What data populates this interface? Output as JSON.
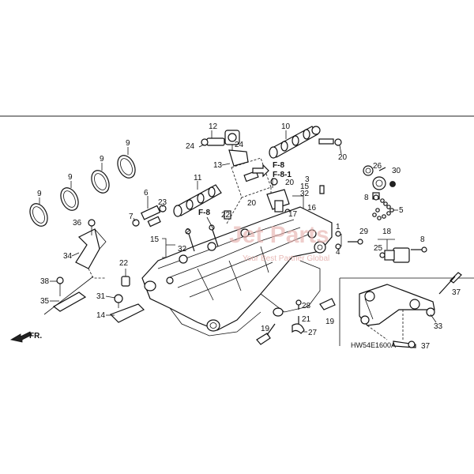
{
  "diagram": {
    "code": "HW54E1600A",
    "front_marker": "FR.",
    "watermark": {
      "brand": "Jet Parts",
      "tagline": "Your Best Partner Global"
    },
    "ref_labels": [
      "F-8",
      "F-8-1",
      "F-8"
    ],
    "callouts": {
      "c9a": "9",
      "c9b": "9",
      "c9c": "9",
      "c9d": "9",
      "c10": "10",
      "c12": "12",
      "c24a": "24",
      "c24b": "24",
      "c13": "13",
      "c20a": "20",
      "c20b": "20",
      "c20c": "20",
      "c11": "11",
      "c6": "6",
      "c7": "7",
      "c23": "23",
      "c3": "3",
      "c15a": "15",
      "c32a": "32",
      "c16": "16",
      "c17": "17",
      "c22a": "22",
      "c2": "2",
      "c15b": "15",
      "c32b": "32",
      "c36": "36",
      "c34": "34",
      "c22b": "22",
      "c38": "38",
      "c35": "35",
      "c31": "31",
      "c14": "14",
      "c1": "1",
      "c4": "4",
      "c29": "29",
      "c18": "18",
      "c25": "25",
      "c8a": "8",
      "c26": "26",
      "c30": "30",
      "c8b": "8",
      "c5": "5",
      "c28": "28",
      "c21": "21",
      "c27": "27",
      "c19a": "19",
      "c19b": "19",
      "c37a": "37",
      "c33": "33",
      "c37b": "37"
    },
    "colors": {
      "accent_dot": "#1e2aa8",
      "watermark": "#e8b3b0"
    }
  }
}
